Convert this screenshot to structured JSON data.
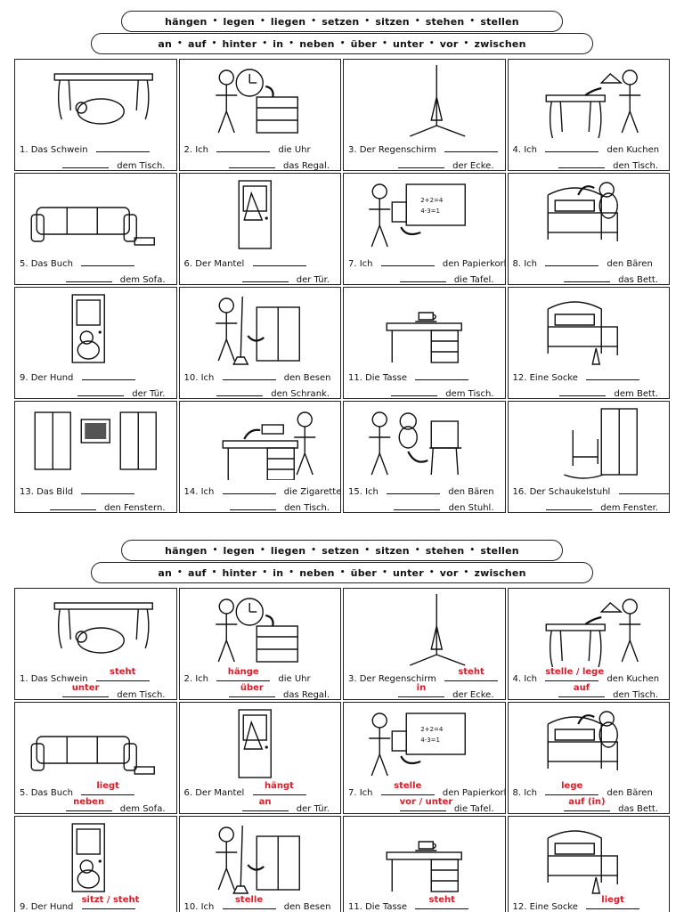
{
  "verbs": [
    "hängen",
    "legen",
    "liegen",
    "setzen",
    "sitzen",
    "stehen",
    "stellen"
  ],
  "preps": [
    "an",
    "auf",
    "hinter",
    "in",
    "neben",
    "über",
    "unter",
    "vor",
    "zwischen"
  ],
  "top_exercises": [
    {
      "pic": "pig-table-icon",
      "a": "1. Das Schwein",
      "b": "",
      "c": "dem Tisch."
    },
    {
      "pic": "clock-shelf-icon",
      "a": "2. Ich",
      "b": "die Uhr",
      "c": "das Regal."
    },
    {
      "pic": "umbrella-corner-icon",
      "a": "3. Der Regenschirm",
      "b": "",
      "c": "der Ecke."
    },
    {
      "pic": "cake-table-icon",
      "a": "4. Ich",
      "b": "den Kuchen",
      "c": "den Tisch."
    },
    {
      "pic": "book-sofa-icon",
      "a": "5. Das Buch",
      "b": "",
      "c": "dem Sofa."
    },
    {
      "pic": "coat-door-icon",
      "a": "6. Der Mantel",
      "b": "",
      "c": "der Tür."
    },
    {
      "pic": "wastebasket-board-icon",
      "a": "7. Ich",
      "b": "den Papierkorb",
      "c": "die Tafel."
    },
    {
      "pic": "bear-bed-icon",
      "a": "8. Ich",
      "b": "den Bären",
      "c": "das Bett."
    },
    {
      "pic": "dog-door-icon",
      "a": "9. Der Hund",
      "b": "",
      "c": "der Tür."
    },
    {
      "pic": "broom-wardrobe-icon",
      "a": "10. Ich",
      "b": "den Besen",
      "c": "den Schrank."
    },
    {
      "pic": "cup-desk-icon",
      "a": "11. Die Tasse",
      "b": "",
      "c": "dem Tisch."
    },
    {
      "pic": "sock-bed-icon",
      "a": "12. Eine Socke",
      "b": "",
      "c": "dem Bett."
    },
    {
      "pic": "picture-windows-icon",
      "a": "13. Das Bild",
      "b": "",
      "c": "den Fenstern."
    },
    {
      "pic": "cigarettes-desk-icon",
      "a": "14. Ich",
      "b": "die Zigaretten",
      "c": "den Tisch."
    },
    {
      "pic": "bear-chair-icon",
      "a": "15. Ich",
      "b": "den Bären",
      "c": "den Stuhl."
    },
    {
      "pic": "rocking-chair-window-icon",
      "a": "16. Der Schaukelstuhl",
      "b": "",
      "c": "dem Fenster."
    }
  ],
  "bottom_exercises": [
    {
      "pic": "pig-table-icon",
      "a": "1. Das Schwein",
      "verb": "steht",
      "b": "",
      "prep": "unter",
      "c": "dem Tisch."
    },
    {
      "pic": "clock-shelf-icon",
      "a": "2. Ich",
      "verb": "hänge",
      "b": "die Uhr",
      "prep": "über",
      "c": "das Regal."
    },
    {
      "pic": "umbrella-corner-icon",
      "a": "3. Der Regenschirm",
      "verb": "steht",
      "b": "",
      "prep": "in",
      "c": "der Ecke."
    },
    {
      "pic": "cake-table-icon",
      "a": "4. Ich",
      "verb": "stelle / lege",
      "b": "den Kuchen",
      "prep": "auf",
      "c": "den Tisch."
    },
    {
      "pic": "book-sofa-icon",
      "a": "5. Das Buch",
      "verb": "liegt",
      "b": "",
      "prep": "neben",
      "c": "dem Sofa."
    },
    {
      "pic": "coat-door-icon",
      "a": "6. Der Mantel",
      "verb": "hängt",
      "b": "",
      "prep": "an",
      "c": "der Tür."
    },
    {
      "pic": "wastebasket-board-icon",
      "a": "7. Ich",
      "verb": "stelle",
      "b": "den Papierkorb",
      "prep": "vor / unter",
      "c": "die Tafel."
    },
    {
      "pic": "bear-bed-icon",
      "a": "8. Ich",
      "verb": "lege",
      "b": "den Bären",
      "prep": "auf (in)",
      "c": "das Bett."
    },
    {
      "pic": "dog-door-icon",
      "a": "9. Der Hund",
      "verb": "sitzt / steht",
      "b": "",
      "prep": "",
      "c": ""
    },
    {
      "pic": "broom-wardrobe-icon",
      "a": "10. Ich",
      "verb": "stelle",
      "b": "den Besen",
      "prep": "",
      "c": ""
    },
    {
      "pic": "cup-desk-icon",
      "a": "11. Die Tasse",
      "verb": "steht",
      "b": "",
      "prep": "",
      "c": ""
    },
    {
      "pic": "sock-bed-icon",
      "a": "12. Eine Socke",
      "verb": "liegt",
      "b": "",
      "prep": "",
      "c": ""
    }
  ]
}
